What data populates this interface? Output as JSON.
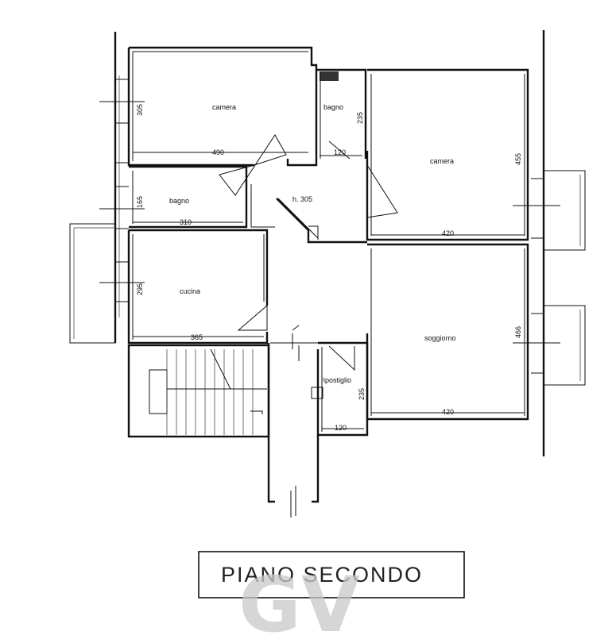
{
  "rooms": {
    "camera_left": "camera",
    "bagno_top": "bagno",
    "camera_right": "camera",
    "hall": "h. 305",
    "bagno_left": "bagno",
    "cucina": "cucina",
    "soggiorno": "soggiorno",
    "ripostiglio": "ripostiglio"
  },
  "dimensions": {
    "camera_left_w": "490",
    "camera_left_h": "305",
    "bagno_top_w": "120",
    "bagno_top_h": "235",
    "camera_right_w": "420",
    "camera_right_h": "455",
    "bagno_left_w": "310",
    "bagno_left_h": "165",
    "cucina_w": "365",
    "cucina_h": "295",
    "soggiorno_w": "420",
    "soggiorno_h": "466",
    "ripostiglio_w": "120",
    "ripostiglio_h": "235"
  },
  "title": "PIANO SECONDO",
  "watermark": "GV"
}
